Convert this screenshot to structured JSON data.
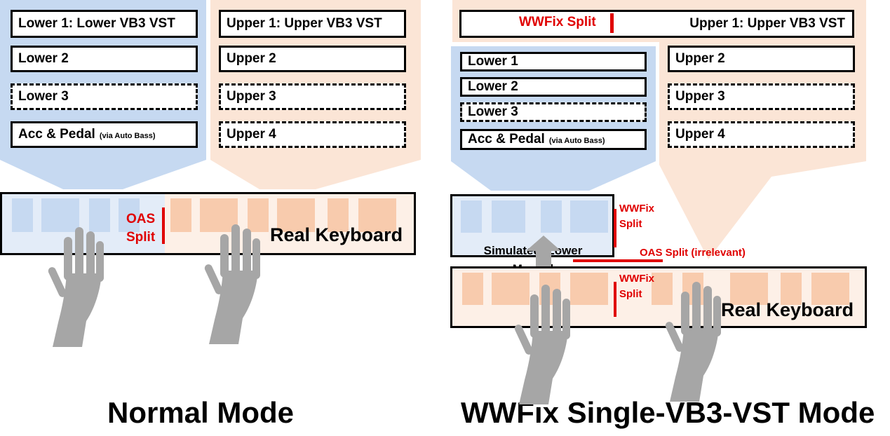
{
  "normal": {
    "lower_boxes": [
      "Lower 1: Lower VB3 VST",
      "Lower 2",
      "Lower 3"
    ],
    "acc_pedal": {
      "label": "Acc & Pedal",
      "note": "(via Auto Bass)"
    },
    "upper_boxes": [
      "Upper 1: Upper VB3 VST",
      "Upper 2",
      "Upper 3",
      "Upper 4"
    ],
    "oas_split": [
      "OAS",
      "Split"
    ],
    "keyboard_label": "Real Keyboard",
    "mode_title": "Normal Mode"
  },
  "wwfix": {
    "top_split_label": "WWFix Split",
    "upper1": "Upper 1: Upper VB3 VST",
    "lower_boxes": [
      "Lower 1",
      "Lower 2",
      "Lower 3"
    ],
    "acc_pedal": {
      "label": "Acc & Pedal",
      "note": "(via Auto Bass)"
    },
    "upper_boxes": [
      "Upper 2",
      "Upper 3",
      "Upper 4"
    ],
    "simulated_label": [
      "Simulated  Lower",
      "Manual"
    ],
    "wwfix_split_upper": [
      "WWFix",
      "Split"
    ],
    "oas_irrelevant": "OAS Split (irrelevant)",
    "wwfix_split_lower": [
      "WWFix",
      "Split"
    ],
    "keyboard_label": "Real Keyboard",
    "mode_title": "WWFix Single-VB3-VST Mode"
  },
  "colors": {
    "blue": "#c6d9f1",
    "peach": "#fbe5d6",
    "red": "#e00000",
    "hand": "#a6a6a6"
  }
}
